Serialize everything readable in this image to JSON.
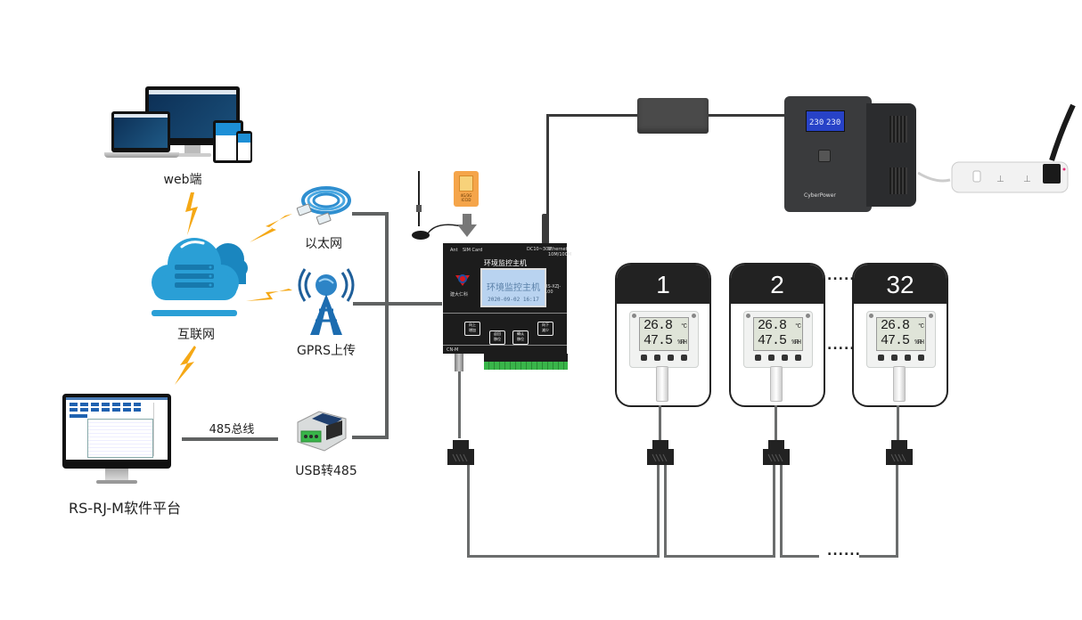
{
  "labels": {
    "web": "web端",
    "internet": "互联网",
    "ethernet": "以太网",
    "gprs": "GPRS上传",
    "usb485": "USB转485",
    "bus485": "485总线",
    "software": "RS-RJ-M软件平台"
  },
  "host": {
    "title": "环境监控主机",
    "lcd_text": "环境监控主机",
    "lcd_datetime": "2020-09-02 16:17",
    "model": "RS-XZJ-100",
    "brand": "建大仁科",
    "port_ant": "Ant",
    "port_sim": "SIM Card",
    "port_power": "DC10~30V",
    "port_ethernet": "Ethernet",
    "port_ethernet_speed": "10M/100M",
    "port_cnm": "CN-M",
    "buttons": [
      {
        "top": "向上",
        "bottom": "增加"
      },
      {
        "top": "返回",
        "bottom": "移位"
      },
      {
        "top": "确认",
        "bottom": "移位"
      },
      {
        "top": "向下",
        "bottom": "减少"
      }
    ]
  },
  "sim_card": {
    "text1": "4G/3G",
    "text2": "ICCID"
  },
  "ups": {
    "brand": "CyberPower",
    "lcd_left": "230",
    "lcd_right": "230"
  },
  "sensors": [
    {
      "id": "1",
      "temperature": "26.8",
      "temp_unit": "°C",
      "humidity": "47.5",
      "hum_unit": "%RH"
    },
    {
      "id": "2",
      "temperature": "26.8",
      "temp_unit": "°C",
      "humidity": "47.5",
      "hum_unit": "%RH"
    },
    {
      "id": "32",
      "temperature": "26.8",
      "temp_unit": "°C",
      "humidity": "47.5",
      "hum_unit": "%RH"
    }
  ],
  "ellipsis": "......",
  "colors": {
    "cloud": "#2a9fd6",
    "cloud_dark": "#1a86bf",
    "lightning": "#f5a815",
    "line": "#606262",
    "host_body": "#1c1c1c",
    "lcd": "#b9d3f0",
    "sim": "#f5a54a",
    "terminal": "#39b54a"
  }
}
